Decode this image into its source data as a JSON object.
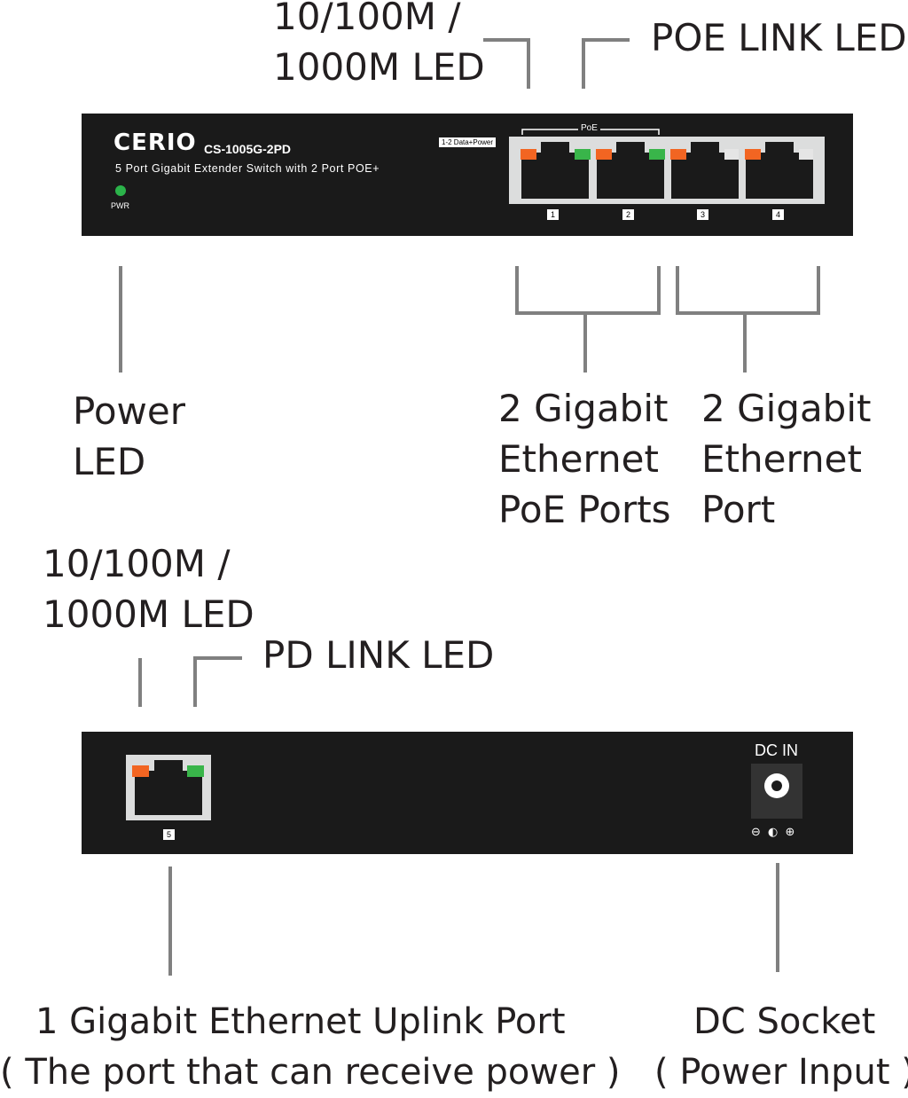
{
  "front_panel": {
    "brand": "CERIO",
    "model": "CS-1005G-2PD",
    "description": "5 Port Gigabit Extender Switch with 2 Port POE+",
    "pwr_label": "PWR",
    "tag": "1-2 Data+Power",
    "poe_label": "PoE",
    "port_numbers": [
      "1",
      "2",
      "3",
      "4"
    ]
  },
  "back_panel": {
    "port_number": "5",
    "dc_in_label": "DC IN",
    "polarity": "⊖ ◐ ⊕"
  },
  "callouts": {
    "front_speed_led_line1": "10/100M /",
    "front_speed_led_line2": "1000M LED",
    "poe_link_led": "POE LINK LED",
    "power_led_line1": "Power",
    "power_led_line2": "LED",
    "poe_ports_line1": "2 Gigabit",
    "poe_ports_line2": "Ethernet",
    "poe_ports_line3": "PoE Ports",
    "eth_ports_line1": "2 Gigabit",
    "eth_ports_line2": "Ethernet",
    "eth_ports_line3": "Port",
    "back_speed_led_line1": "10/100M /",
    "back_speed_led_line2": "1000M LED",
    "pd_link_led": "PD LINK LED",
    "uplink_line1": "1 Gigabit Ethernet Uplink Port",
    "uplink_line2": "( The port that can receive power )",
    "dc_socket_line1": "DC Socket",
    "dc_socket_line2": "( Power Input )"
  },
  "colors": {
    "panel": "#1a1a1a",
    "led_orange": "#f26522",
    "led_green": "#39b54a",
    "leader_line": "#808080"
  }
}
